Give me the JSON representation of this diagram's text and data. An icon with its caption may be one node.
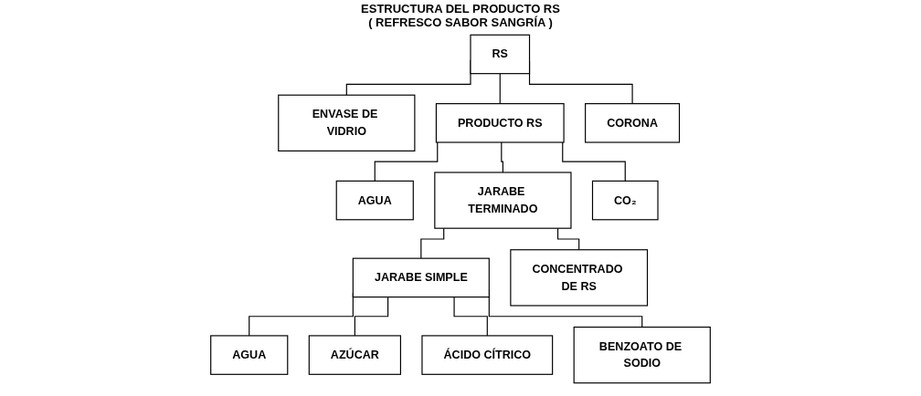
{
  "diagram": {
    "title": "ESTRUCTURA DEL PRODUCTO RS ( REFRESCO SABOR SANGRÍA )",
    "nodes": [
      {
        "text": [
          "RS"
        ]
      },
      {
        "text": [
          "ENVASE DE VIDRIO"
        ]
      },
      {
        "text": [
          "PRODUCTO RS"
        ]
      },
      {
        "text": [
          "CORONA"
        ]
      },
      {
        "text": [
          "AGUA"
        ]
      },
      {
        "text": [
          "JARABE TERMINADO"
        ]
      },
      {
        "text": [
          "CO₂"
        ]
      },
      {
        "text": [
          "JARABE SIMPLE"
        ]
      },
      {
        "text": [
          "CONCENTRADO DE RS"
        ]
      },
      {
        "text": [
          "AGUA"
        ]
      },
      {
        "text": [
          "AZÚCAR"
        ]
      },
      {
        "text": [
          "ÁCIDO CÍTRICO"
        ]
      },
      {
        "text": [
          "BENZOATO DE SODIO"
        ]
      }
    ],
    "edges": [
      {
        "from": 0,
        "to": 1,
        "arrow": "none"
      },
      {
        "from": 0,
        "to": 2,
        "arrow": "none"
      },
      {
        "from": 0,
        "to": 3,
        "arrow": "none"
      },
      {
        "from": 2,
        "to": 4,
        "arrow": "none"
      },
      {
        "from": 2,
        "to": 5,
        "arrow": "none"
      },
      {
        "from": 2,
        "to": 6,
        "arrow": "none"
      },
      {
        "from": 5,
        "to": 7,
        "arrow": "none"
      },
      {
        "from": 5,
        "to": 8,
        "arrow": "none"
      },
      {
        "from": 7,
        "to": 9,
        "arrow": "none"
      },
      {
        "from": 7,
        "to": 10,
        "arrow": "none"
      },
      {
        "from": 7,
        "to": 11,
        "arrow": "none"
      },
      {
        "from": 7,
        "to": 12,
        "arrow": "none"
      }
    ]
  }
}
